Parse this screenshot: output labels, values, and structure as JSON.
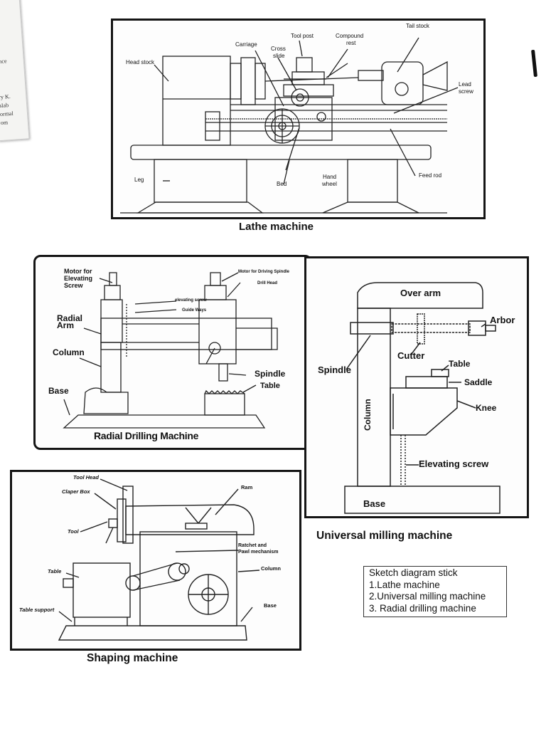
{
  "scrap_lines": [
    "ence",
    "ry K.",
    "slab",
    "ormal",
    "om"
  ],
  "lathe": {
    "caption": "Lathe machine",
    "labels": {
      "head_stock": "Head stock",
      "carriage": "Carriage",
      "cross_slide_1": "Cross",
      "cross_slide_2": "slide",
      "tool_post": "Tool post",
      "compound_rest_1": "Compound",
      "compound_rest_2": "rest",
      "tail_stock": "Tail stock",
      "lead_screw_1": "Lead",
      "lead_screw_2": "screw",
      "leg": "Leg",
      "bed": "Bed",
      "hand_wheel_1": "Hand",
      "hand_wheel_2": "wheel",
      "feed_rod": "Feed rod"
    }
  },
  "radial": {
    "caption": "Radial Drilling Machine",
    "labels": {
      "motor_elev_1": "Motor for",
      "motor_elev_2": "Elevating",
      "motor_elev_3": "Screw",
      "motor_spindle": "Motor for Driving Spindle",
      "drill_head": "Drill Head",
      "elevating_screw": "elevating screw",
      "guide_ways": "Guide Ways",
      "radial_arm_1": "Radial",
      "radial_arm_2": "Arm",
      "column": "Column",
      "spindle": "Spindle",
      "table": "Table",
      "base": "Base"
    }
  },
  "milling": {
    "caption": "Universal milling machine",
    "labels": {
      "over_arm": "Over arm",
      "arbor": "Arbor",
      "spindle": "Spindle",
      "cutter": "Cutter",
      "table": "Table",
      "saddle": "Saddle",
      "knee": "Knee",
      "column": "Column",
      "elevating_screw": "Elevating screw",
      "base": "Base"
    }
  },
  "shaping": {
    "caption": "Shaping machine",
    "labels": {
      "tool_head": "Tool Head",
      "clapper_box": "Claper Box",
      "tool": "Tool",
      "ram": "Ram",
      "ratchet_1": "Ratchet and",
      "ratchet_2": "Pawl mechanism",
      "column": "Column",
      "table": "Table",
      "table_support": "Table support",
      "base": "Base"
    }
  },
  "note": {
    "heading": "Sketch diagram stick",
    "items": [
      "1.Lathe machine",
      "2.Universal milling machine",
      "3. Radial drilling machine"
    ]
  }
}
